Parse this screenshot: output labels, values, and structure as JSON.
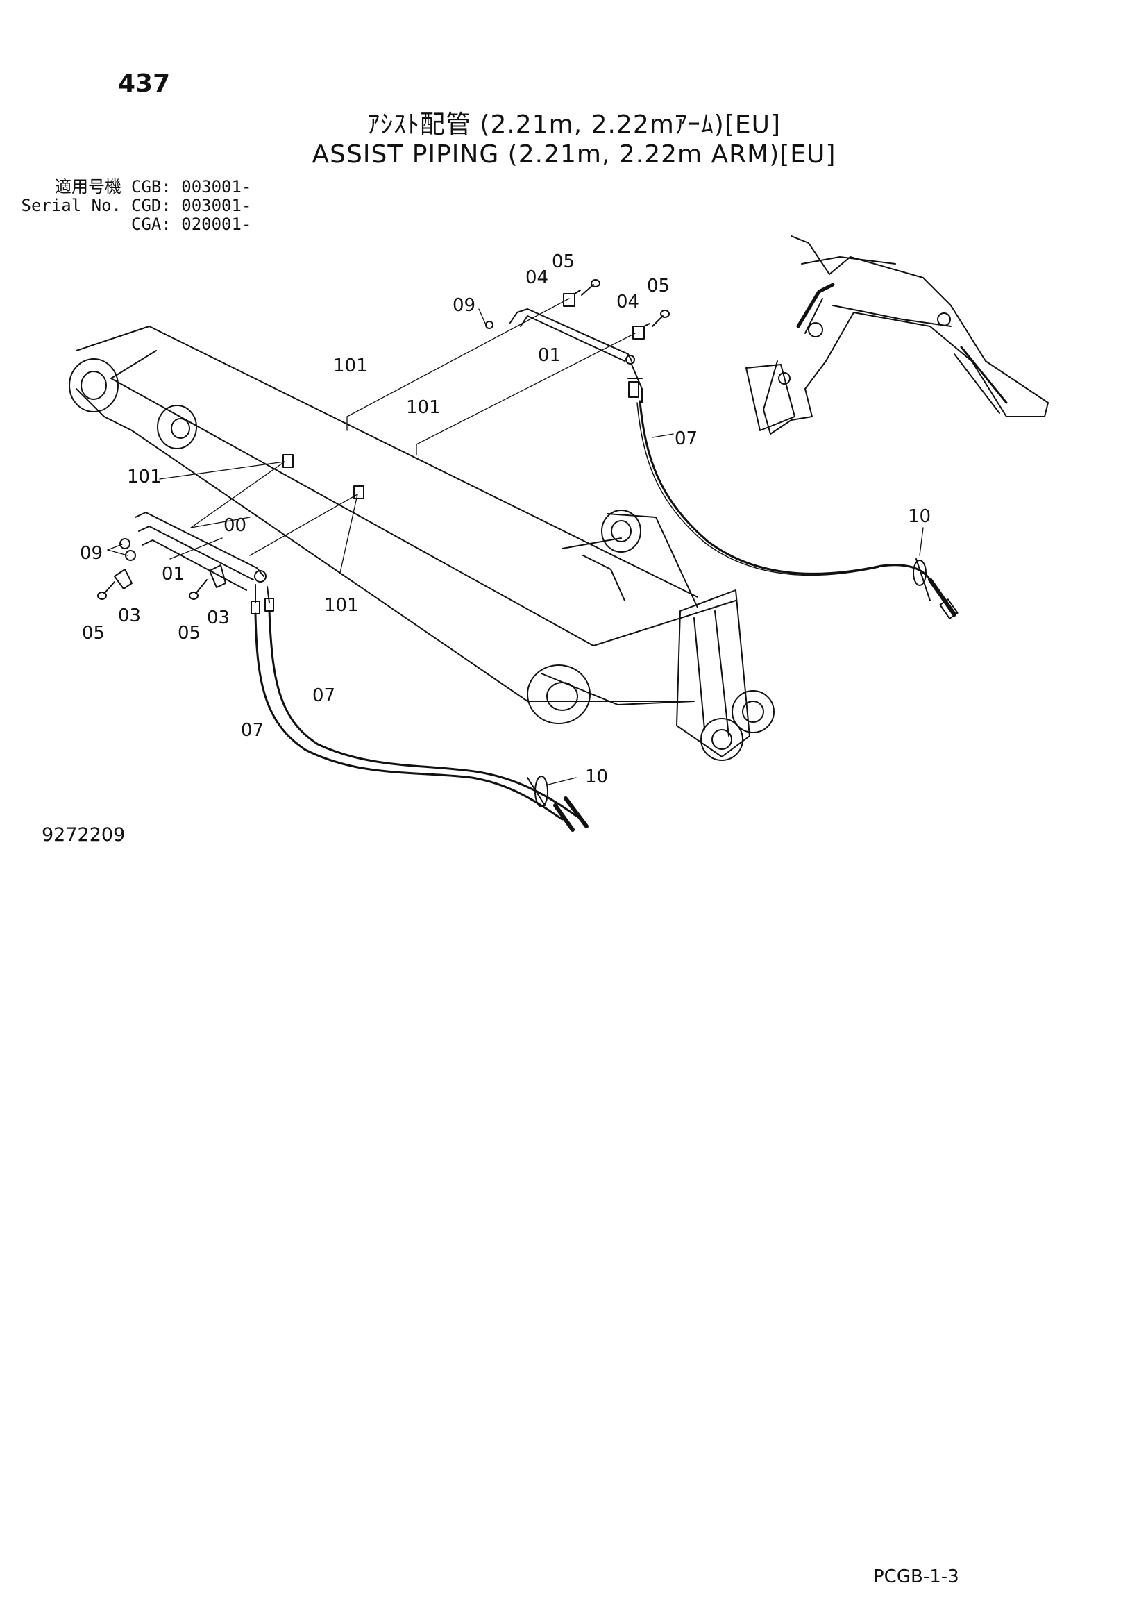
{
  "page_number": "437",
  "title_jp": "ｱｼｽﾄ配管 (2.21m, 2.22mｱｰﾑ)[EU]",
  "title_en": "ASSIST PIPING (2.21m, 2.22m ARM)[EU]",
  "serial": {
    "label_jp": "適用号機",
    "label_en": "Serial No.",
    "entries": [
      "CGB: 003001-",
      "CGD: 003001-",
      "CGA: 020001-"
    ]
  },
  "callouts": [
    "05",
    "04",
    "09",
    "04",
    "05",
    "01",
    "101",
    "101",
    "07",
    "101",
    "10",
    "00",
    "09",
    "01",
    "05",
    "03",
    "05",
    "03",
    "101",
    "07",
    "07",
    "10"
  ],
  "drawing_number": "9272209",
  "page_code": "PCGB-1-3"
}
